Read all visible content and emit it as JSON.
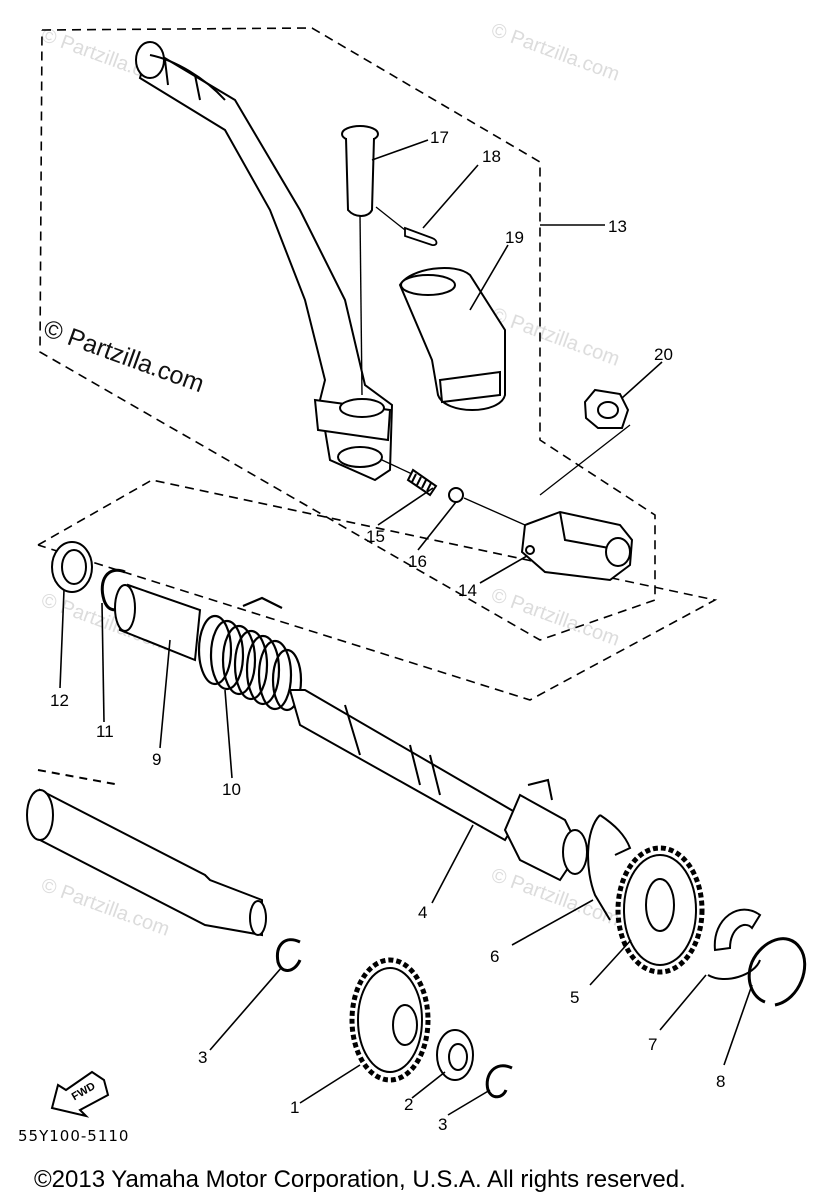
{
  "watermark": {
    "text": "© Partzilla.com",
    "brand": "© Partzilla.com"
  },
  "fwd_label": "FWD",
  "diagram_code": "55Y100-5110",
  "footer": "©2013 Yamaha Motor Corporation, U.S.A. All rights reserved.",
  "callouts": [
    {
      "id": "1",
      "label": "1"
    },
    {
      "id": "2",
      "label": "2"
    },
    {
      "id": "3a",
      "label": "3"
    },
    {
      "id": "3b",
      "label": "3"
    },
    {
      "id": "4",
      "label": "4"
    },
    {
      "id": "5",
      "label": "5"
    },
    {
      "id": "6",
      "label": "6"
    },
    {
      "id": "7",
      "label": "7"
    },
    {
      "id": "8",
      "label": "8"
    },
    {
      "id": "9",
      "label": "9"
    },
    {
      "id": "10",
      "label": "10"
    },
    {
      "id": "11",
      "label": "11"
    },
    {
      "id": "12",
      "label": "12"
    },
    {
      "id": "13",
      "label": "13"
    },
    {
      "id": "14",
      "label": "14"
    },
    {
      "id": "15",
      "label": "15"
    },
    {
      "id": "16",
      "label": "16"
    },
    {
      "id": "17",
      "label": "17"
    },
    {
      "id": "18",
      "label": "18"
    },
    {
      "id": "19",
      "label": "19"
    },
    {
      "id": "20",
      "label": "20"
    }
  ]
}
